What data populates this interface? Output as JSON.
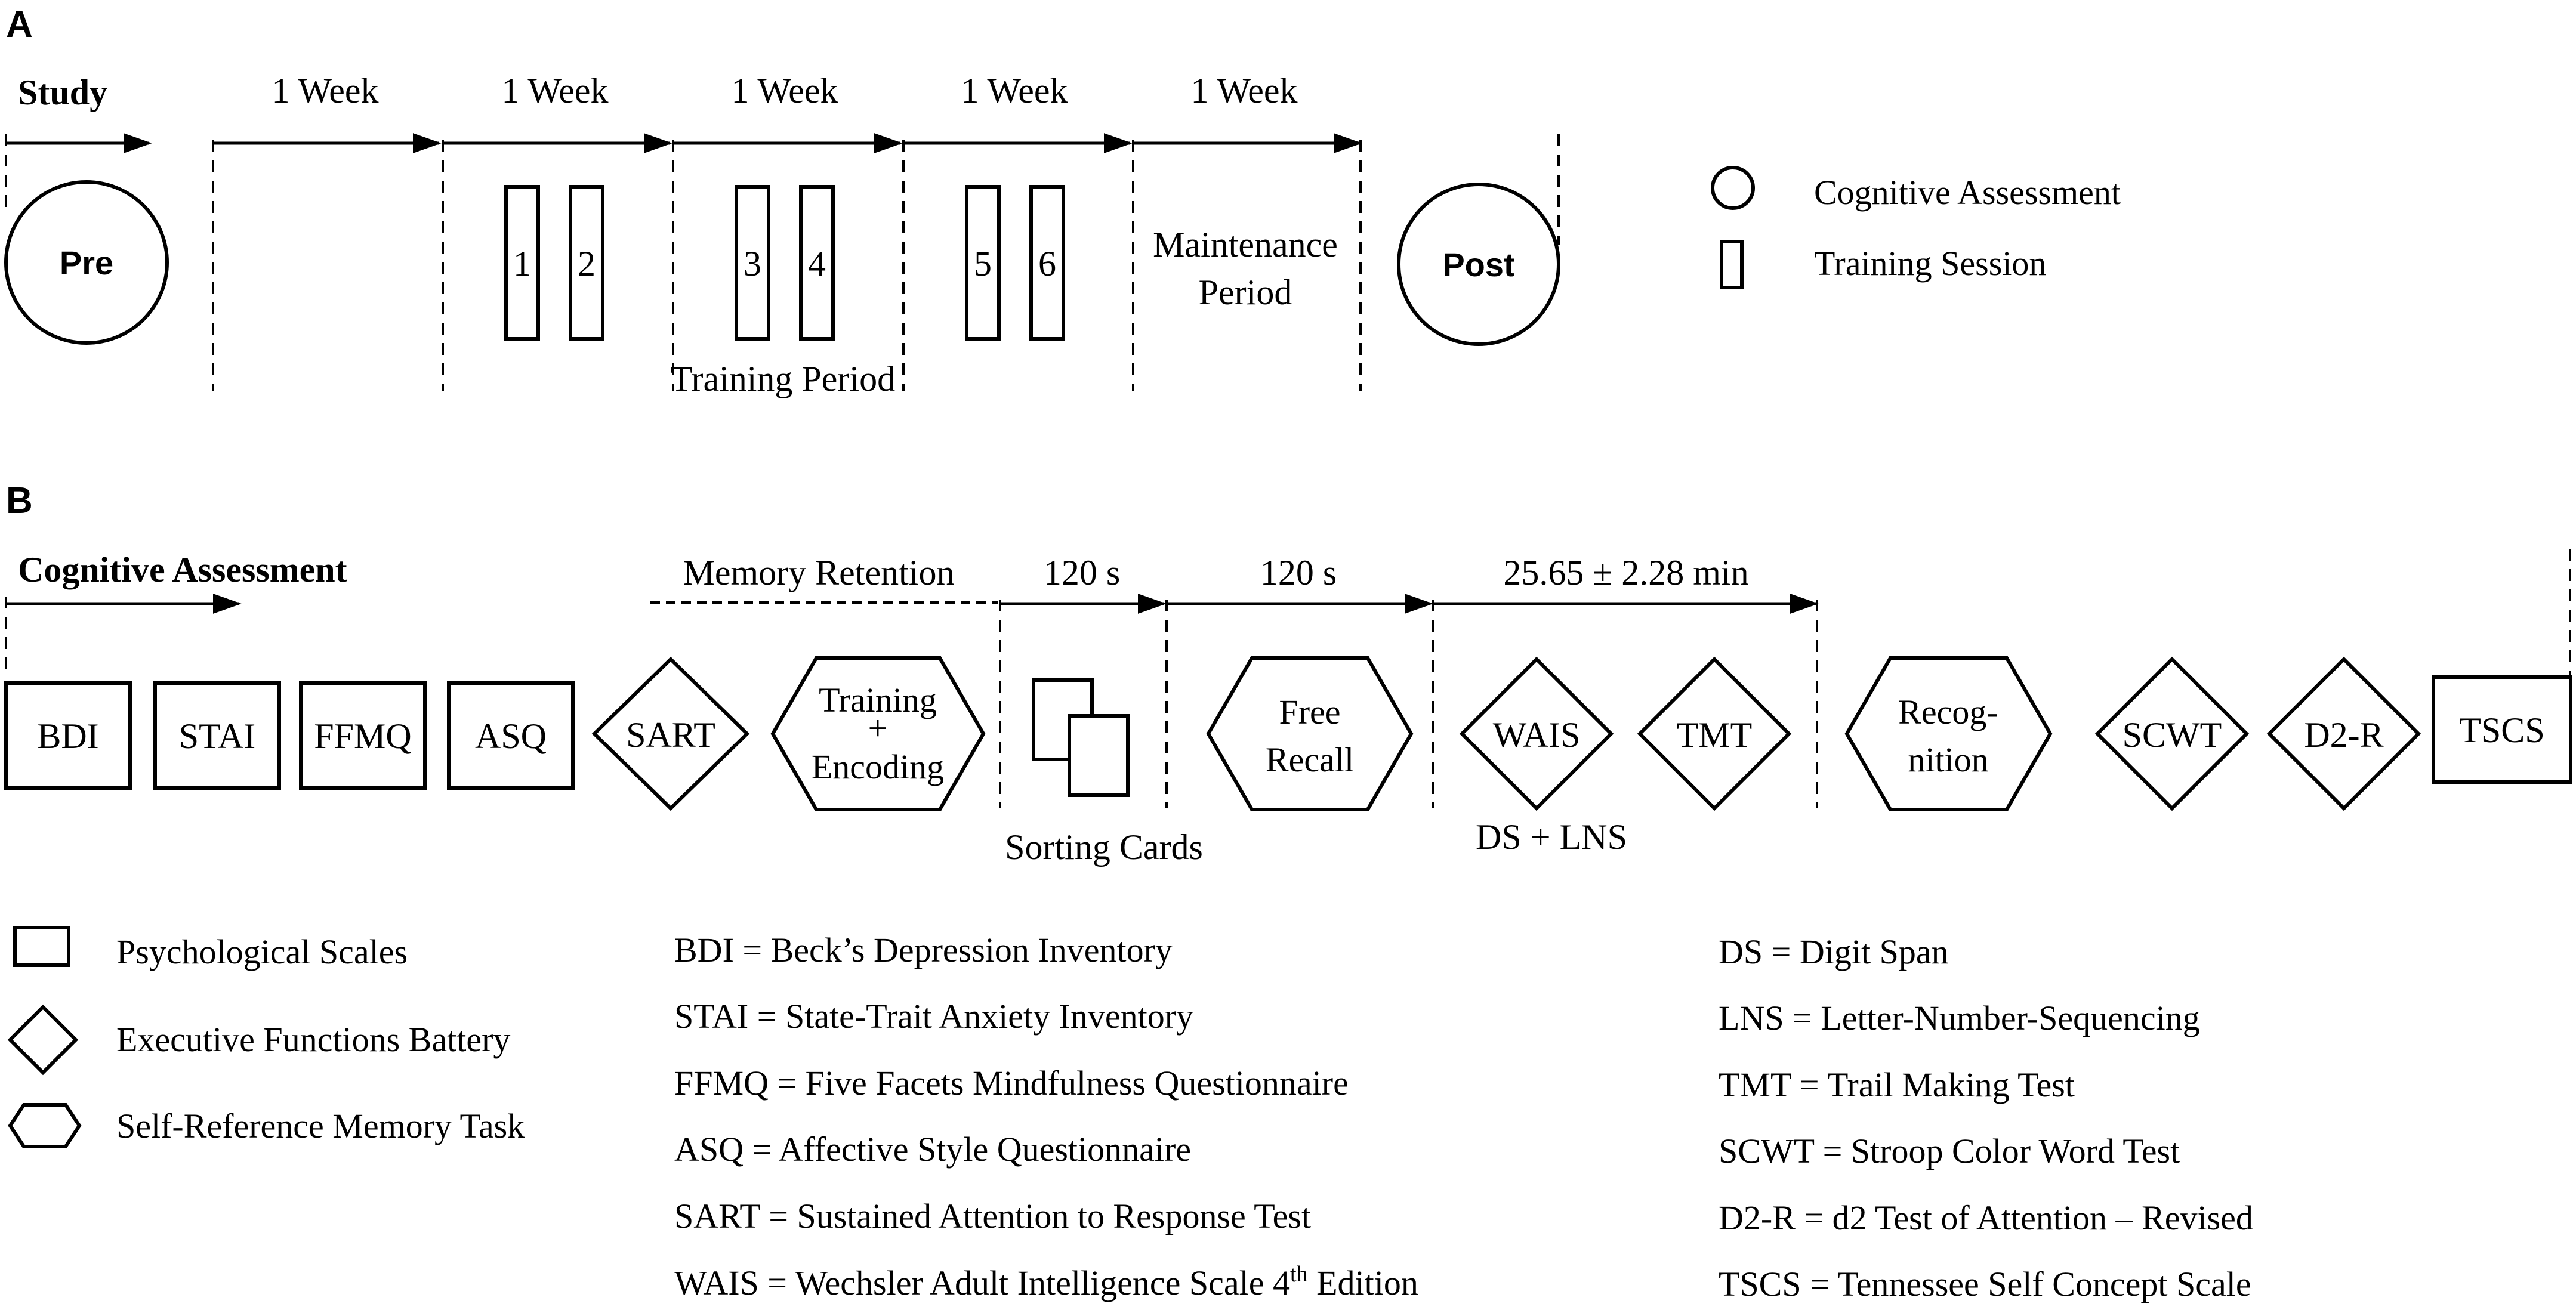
{
  "panel_a": {
    "label": "A",
    "study_header": "Study",
    "week_labels": [
      "1 Week",
      "1 Week",
      "1 Week",
      "1 Week",
      "1 Week"
    ],
    "pre": "Pre",
    "post": "Post",
    "sessions": [
      "1",
      "2",
      "3",
      "4",
      "5",
      "6"
    ],
    "training_period": "Training Period",
    "maintenance_period_line1": "Maintenance",
    "maintenance_period_line2": "Period",
    "legend": {
      "cognitive_assessment": "Cognitive Assessment",
      "training_session": "Training Session"
    }
  },
  "panel_b": {
    "label": "B",
    "header": "Cognitive Assessment",
    "memory_retention": "Memory Retention",
    "interval_1": "120 s",
    "interval_2": "120 s",
    "interval_3": "25.65 ± 2.28 min",
    "nodes": {
      "bdi": "BDI",
      "stai": "STAI",
      "ffmq": "FFMQ",
      "asq": "ASQ",
      "sart": "SART",
      "training_line1": "Training",
      "training_line2": "+",
      "training_line3": "Encoding",
      "free_recall_line1": "Free",
      "free_recall_line2": "Recall",
      "wais": "WAIS",
      "tmt": "TMT",
      "recognition_line1": "Recog-",
      "recognition_line2": "nition",
      "scwt": "SCWT",
      "d2r": "D2-R",
      "tscs": "TSCS"
    },
    "sorting_cards": "Sorting Cards",
    "ds_lns": "DS + LNS",
    "shape_legend": {
      "psychological_scales": "Psychological Scales",
      "executive_functions": "Executive Functions Battery",
      "self_reference": "Self-Reference Memory Task"
    },
    "abbrev_left": [
      "BDI = Beck’s Depression Inventory",
      "STAI = State-Trait Anxiety Inventory",
      "FFMQ = Five Facets Mindfulness Questionnaire",
      "ASQ = Affective Style Questionnaire",
      "SART = Sustained Attention to Response Test"
    ],
    "wais_def": "WAIS = Wechsler Adult Intelligence Scale 4",
    "wais_sup": "th",
    "wais_suffix": " Edition",
    "abbrev_right": [
      "DS = Digit Span",
      "LNS = Letter-Number-Sequencing",
      "TMT = Trail Making Test",
      "SCWT = Stroop Color Word Test",
      "D2-R = d2 Test of Attention – Revised",
      "TSCS = Tennessee Self Concept Scale"
    ]
  }
}
